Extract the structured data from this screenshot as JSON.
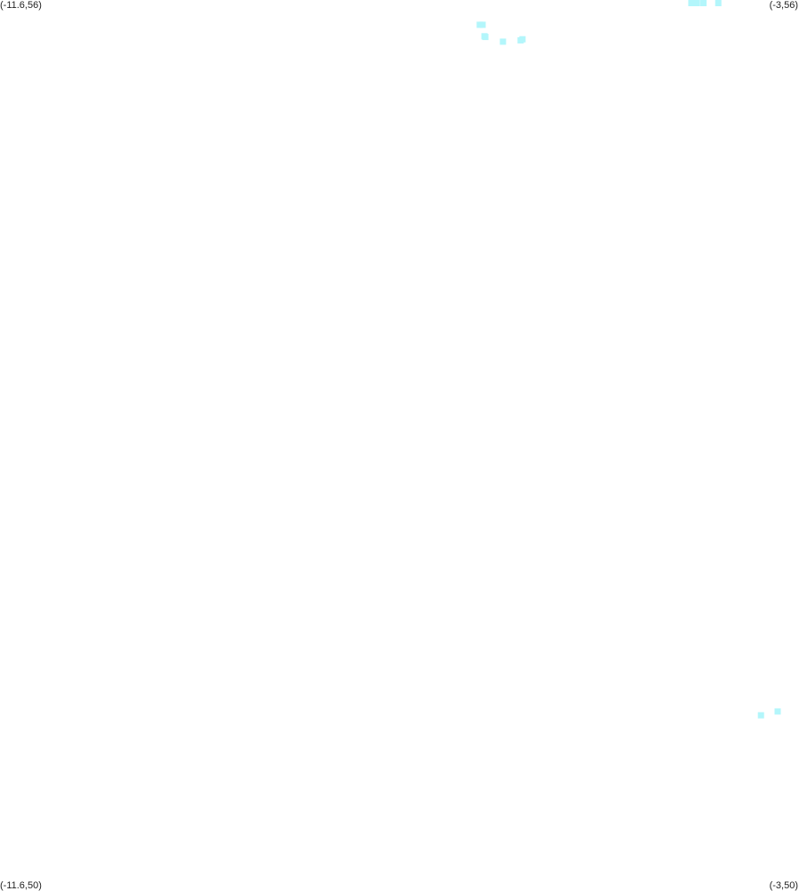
{
  "map": {
    "corners": {
      "top_left": "(-11.6,56)",
      "top_right": "(-3,56)",
      "bottom_left": "(-11.6,50)",
      "bottom_right": "(-3,50)"
    },
    "bounds": {
      "lon_min": -11.6,
      "lon_max": -3,
      "lat_min": 50,
      "lat_max": 56
    },
    "point_color": "#b3f6fb",
    "points": [
      {
        "lon": -4.15,
        "lat": 55.995
      },
      {
        "lon": -4.09,
        "lat": 55.997
      },
      {
        "lon": -4.02,
        "lat": 55.993
      },
      {
        "lon": -3.86,
        "lat": 56.0
      },
      {
        "lon": -6.43,
        "lat": 55.832
      },
      {
        "lon": -6.4,
        "lat": 55.832
      },
      {
        "lon": -6.38,
        "lat": 55.755
      },
      {
        "lon": -6.37,
        "lat": 55.75
      },
      {
        "lon": -5.97,
        "lat": 55.734
      },
      {
        "lon": -5.99,
        "lat": 55.727
      },
      {
        "lon": -6.18,
        "lat": 55.718
      },
      {
        "lon": -3.22,
        "lat": 51.185
      },
      {
        "lon": -3.4,
        "lat": 51.159
      }
    ]
  }
}
